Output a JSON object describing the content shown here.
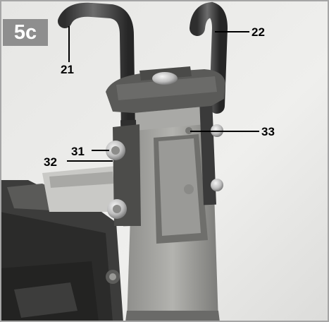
{
  "figure": {
    "badge": "5c",
    "callouts": {
      "c21": "21",
      "c22": "22",
      "c31": "31",
      "c32": "32",
      "c33": "33"
    }
  }
}
